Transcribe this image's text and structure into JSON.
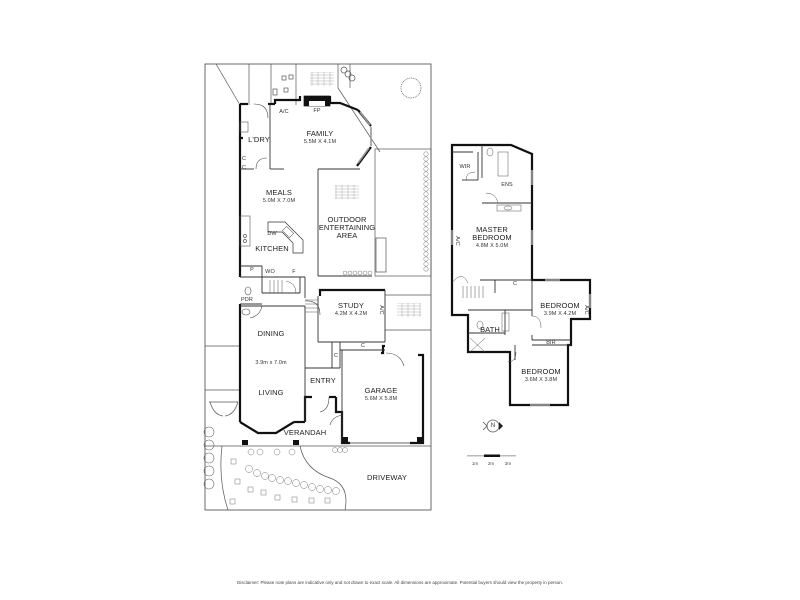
{
  "ground_floor": {
    "rooms": [
      {
        "id": "family",
        "name": "FAMILY",
        "dims": "5.5m x 4.1m"
      },
      {
        "id": "laundry",
        "name": "L'DRY",
        "dims": ""
      },
      {
        "id": "meals",
        "name": "MEALS",
        "dims": "5.0m x 7.0m"
      },
      {
        "id": "kitchen",
        "name": "KITCHEN",
        "dims": ""
      },
      {
        "id": "outdoor",
        "name": "OUTDOOR ENTERTAINING AREA",
        "line1": "OUTDOOR",
        "line2": "ENTERTAINING",
        "line3": "AREA",
        "dims": ""
      },
      {
        "id": "study",
        "name": "STUDY",
        "dims": "4.2m x 4.2m"
      },
      {
        "id": "dining",
        "name": "DINING",
        "dims": "3.9m x 7.0m"
      },
      {
        "id": "living",
        "name": "LIVING",
        "dims": ""
      },
      {
        "id": "entry",
        "name": "ENTRY",
        "dims": ""
      },
      {
        "id": "garage",
        "name": "GARAGE",
        "dims": "5.6m x 5.8m"
      },
      {
        "id": "verandah",
        "name": "VERANDAH",
        "dims": ""
      },
      {
        "id": "driveway",
        "name": "DRIVEWAY",
        "dims": ""
      }
    ],
    "fixtures": {
      "ac_family": "A/C",
      "fp": "FP",
      "c1": "C",
      "c2": "C",
      "dw": "DW",
      "p": "P",
      "wo": "WO",
      "f": "F",
      "pdr": "PDR",
      "ac_study": "A/C",
      "c_study": "C",
      "c_entry": "C"
    }
  },
  "first_floor": {
    "rooms": [
      {
        "id": "wir",
        "name": "WIR",
        "dims": ""
      },
      {
        "id": "ens",
        "name": "ENS",
        "dims": ""
      },
      {
        "id": "master",
        "name": "MASTER BEDROOM",
        "line1": "MASTER",
        "line2": "BEDROOM",
        "dims": "4.8m x 5.0m"
      },
      {
        "id": "bedroom2",
        "name": "BEDROOM",
        "dims": "3.9m x 4.2m"
      },
      {
        "id": "bath",
        "name": "BATH",
        "dims": ""
      },
      {
        "id": "bedroom3",
        "name": "BEDROOM",
        "dims": "3.6m x 3.8m"
      }
    ],
    "fixtures": {
      "ac_master": "A/C",
      "ac_bed2": "A/C",
      "c_hall": "C",
      "bir": "BIR"
    }
  },
  "compass": {
    "label": "N"
  },
  "scale": {
    "ticks": [
      "1m",
      "2m",
      "3m"
    ]
  },
  "disclaimer": "Disclaimer: Please note plans are indicative only and not drawn to exact scale. All dimensions are approximate. Potential buyers should view the property in person."
}
